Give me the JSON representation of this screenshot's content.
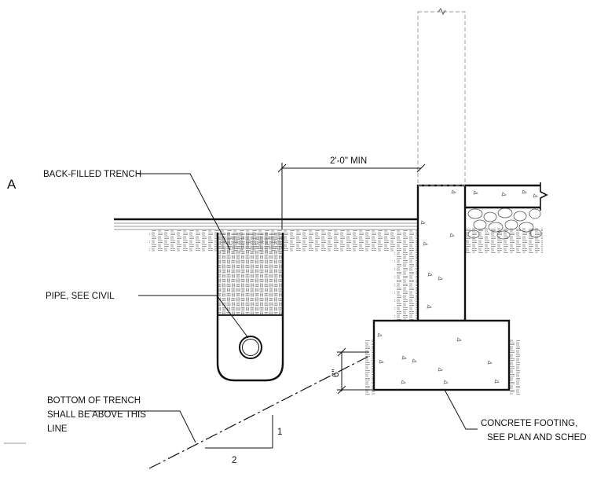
{
  "detail_tag": "A",
  "labels": {
    "trench": "BACK-FILLED TRENCH",
    "pipe": "PIPE, SEE CIVIL",
    "bottom_line1": "BOTTOM OF TRENCH",
    "bottom_line2": "SHALL BE ABOVE THIS",
    "bottom_line3": "LINE",
    "footing_line1": "CONCRETE FOOTING,",
    "footing_line2": "SEE PLAN AND SCHED"
  },
  "dimensions": {
    "distance": "2'-0\" MIN",
    "depth": "6\""
  },
  "slope": {
    "rise": "1",
    "run": "2"
  }
}
